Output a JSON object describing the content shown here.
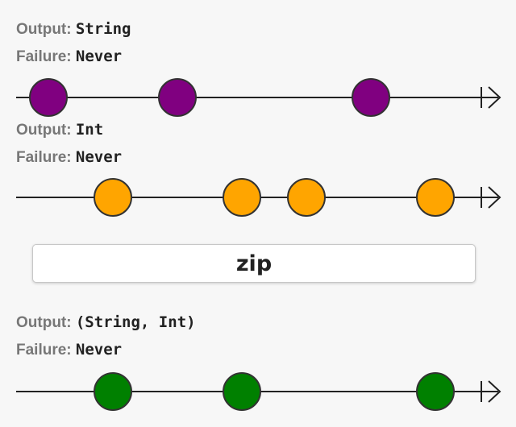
{
  "streams": [
    {
      "id": "input-1",
      "output_key": "Output:",
      "output_value": "String",
      "failure_key": "Failure:",
      "failure_value": "Never",
      "color": "#800080",
      "events": [
        1,
        3,
        6
      ]
    },
    {
      "id": "input-2",
      "output_key": "Output:",
      "output_value": "Int",
      "failure_key": "Failure:",
      "failure_value": "Never",
      "color": "#ffa500",
      "events": [
        2,
        4,
        5,
        7
      ]
    },
    {
      "id": "output",
      "output_key": "Output:",
      "output_value": "(String, Int)",
      "failure_key": "Failure:",
      "failure_value": "Never",
      "color": "#008000",
      "events": [
        2,
        4,
        7
      ]
    }
  ],
  "operator": {
    "label": "zip"
  }
}
